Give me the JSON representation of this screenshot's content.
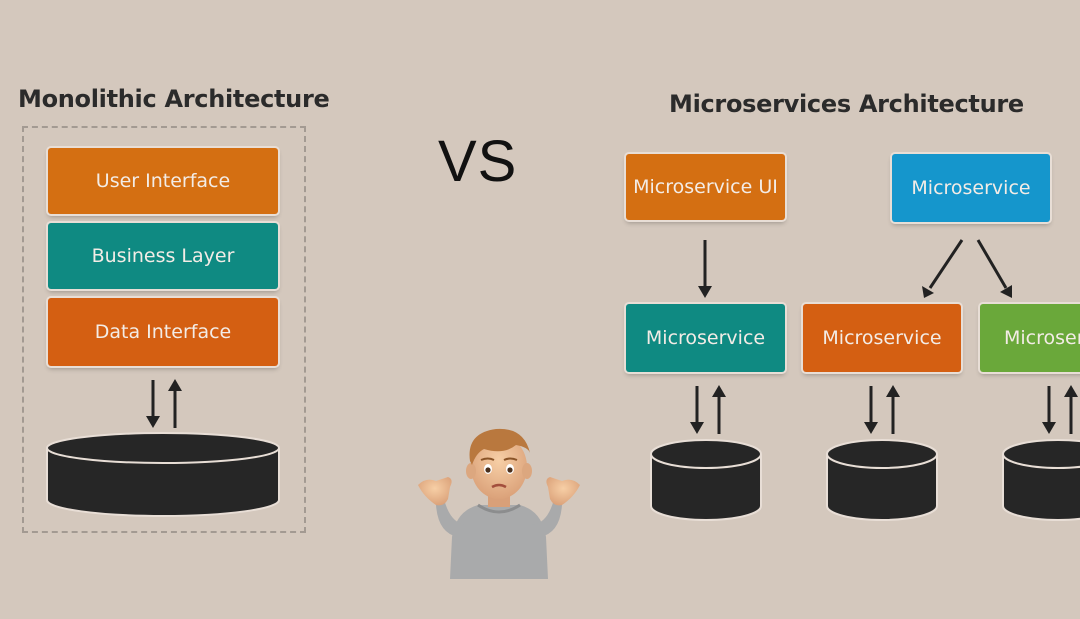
{
  "monolithic": {
    "title": "Monolithic Architecture",
    "layers": [
      {
        "label": "User Interface",
        "color": "#d46f12"
      },
      {
        "label": "Business Layer",
        "color": "#0f8a82"
      },
      {
        "label": "Data Interface",
        "color": "#d45f12"
      }
    ]
  },
  "vs_label": "VS",
  "microservices": {
    "title": "Microservices Architecture",
    "top_services": [
      {
        "label": "Microservice UI",
        "color": "#d46f12"
      },
      {
        "label": "Microservice",
        "color": "#1596cc"
      }
    ],
    "bottom_services": [
      {
        "label": "Microservice",
        "color": "#0f8a82"
      },
      {
        "label": "Microservice",
        "color": "#d45f12"
      },
      {
        "label": "Microservice",
        "color": "#6aa83a"
      }
    ]
  },
  "colors": {
    "background": "#d4c8bd",
    "database": "#262626",
    "arrow": "#222222"
  }
}
